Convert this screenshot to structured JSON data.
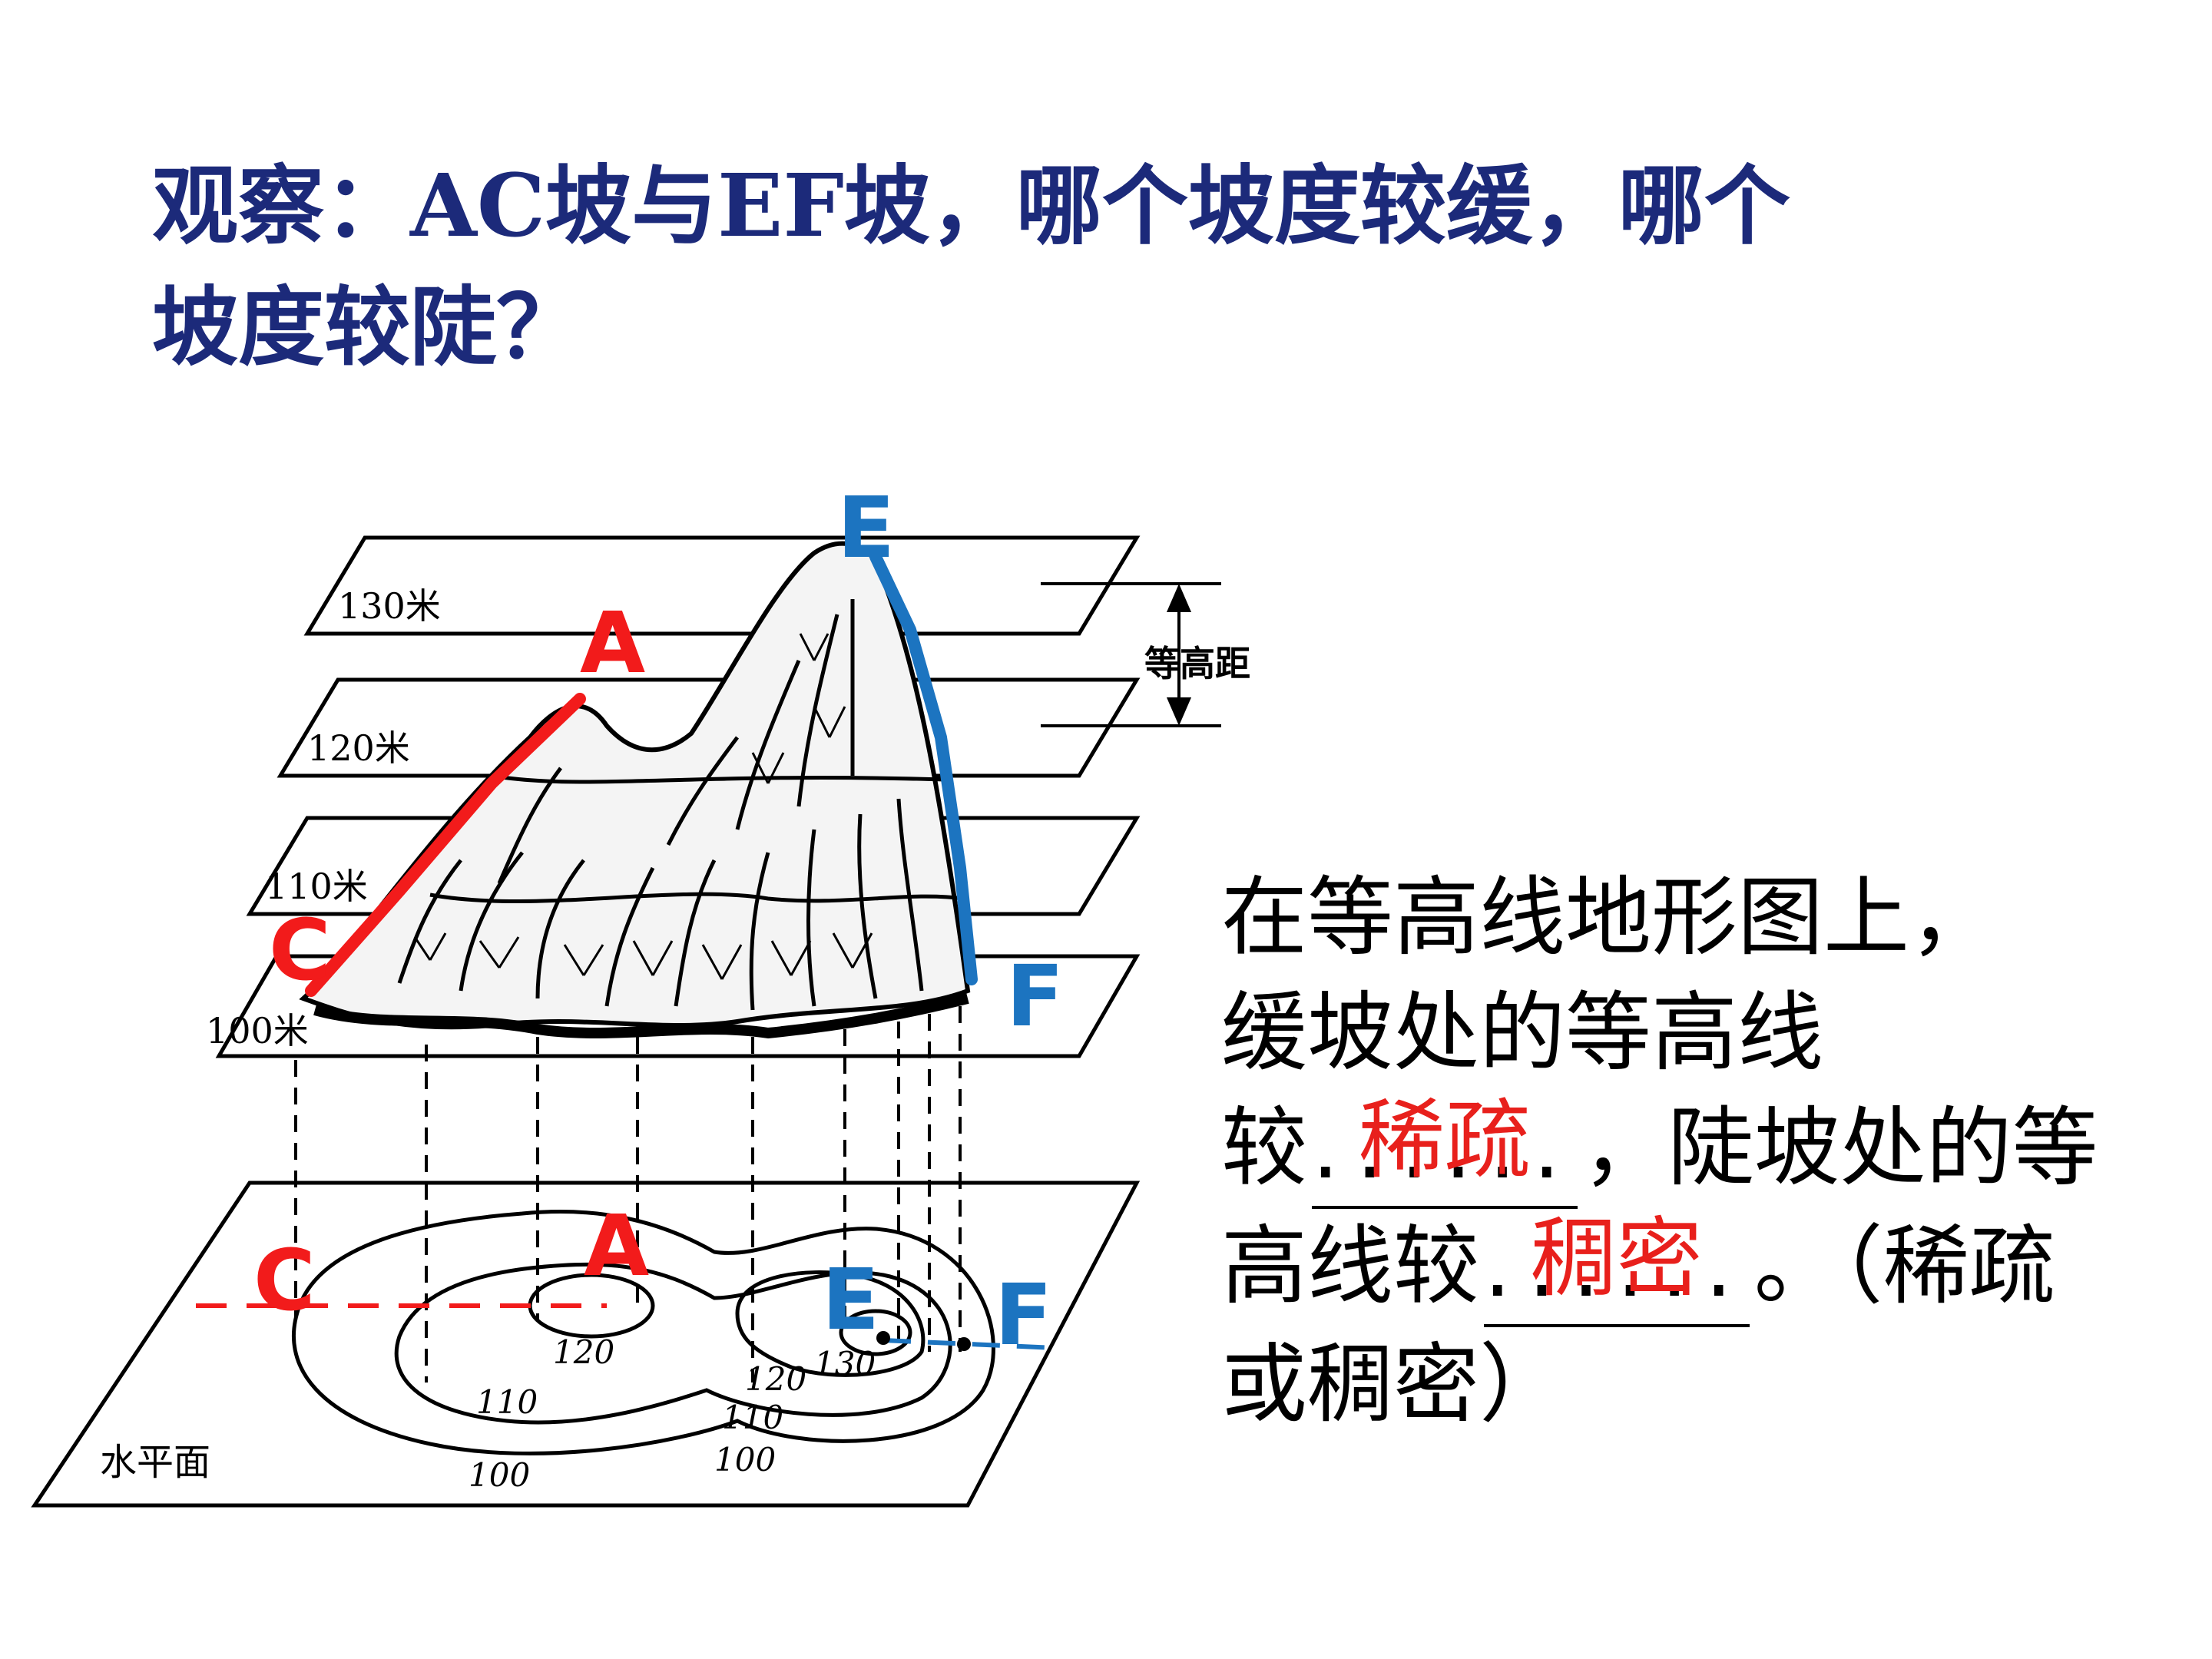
{
  "question": {
    "line1": "观察：AC坡与EF坡，哪个坡度较缓，哪个",
    "line2": "坡度较陡？"
  },
  "diagram": {
    "planes": [
      "130米",
      "120米",
      "110米",
      "100米"
    ],
    "interval_label": "等高距",
    "base_label": "水平面",
    "contour_labels": [
      "120",
      "110",
      "100",
      "130",
      "120",
      "110",
      "100"
    ],
    "points": {
      "A": "A",
      "C": "C",
      "E": "E",
      "F": "F"
    },
    "colors": {
      "gentle": "#f21b1b",
      "steep": "#1c74c0"
    }
  },
  "conclusion": {
    "line1": "在等高线地形图上，",
    "line2": "缓坡处的等高线",
    "line3_pre": "较",
    "blank1_dots": "......",
    "answer1": "稀疏",
    "line3_post": "，陡坡处的等",
    "line4_pre": "高线较",
    "blank2_dots": "......",
    "answer2": "稠密",
    "line4_post": "。（稀疏",
    "line5": "或稠密）"
  }
}
